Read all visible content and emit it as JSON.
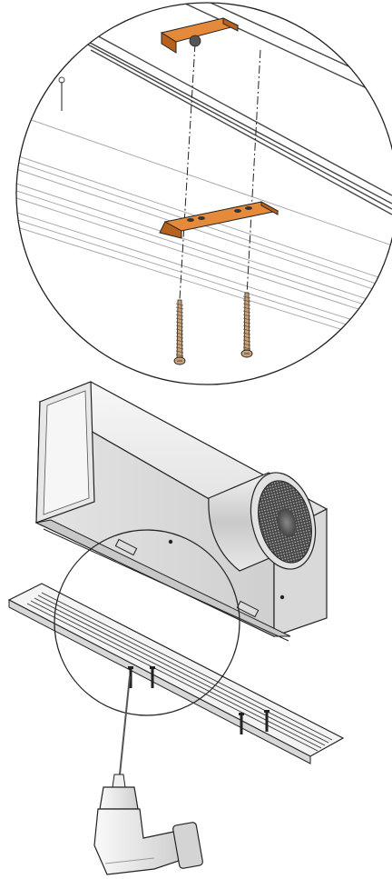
{
  "diagram": {
    "detail_view": {
      "brackets": 2,
      "screws": 2
    },
    "installation_view": {
      "loose_screws": 4
    },
    "colors": {
      "bracket": "#e48a3a",
      "bracket_dark": "#b6621c",
      "screw": "#c9a27a",
      "outline": "#222222",
      "sheet_metal": "#ececec",
      "sheet_metal_shadow": "#bdbdbd",
      "drill_body": "#e6e6e6"
    }
  }
}
